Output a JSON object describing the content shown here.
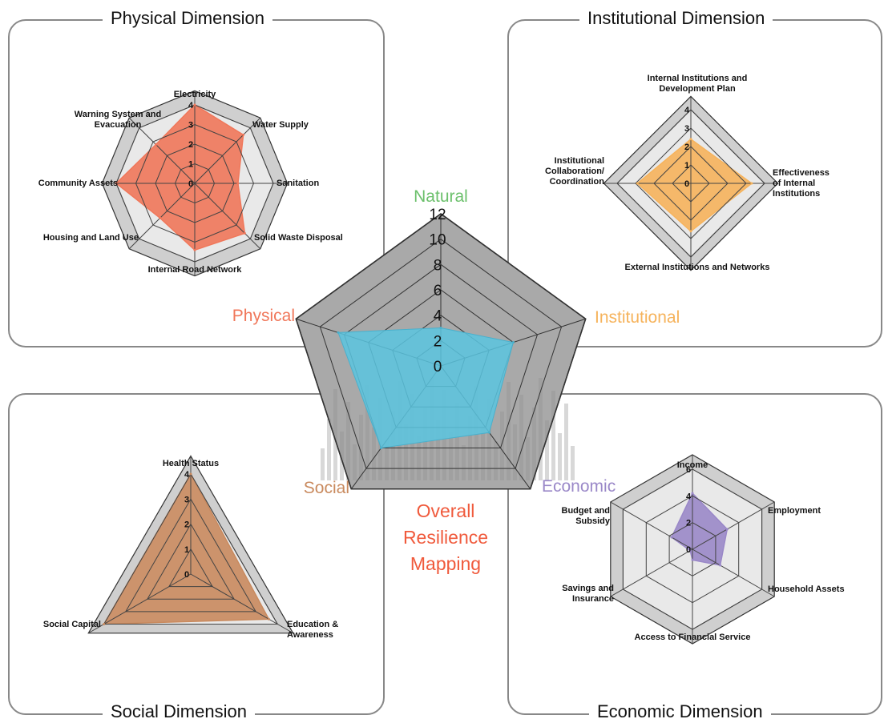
{
  "panels": {
    "physical": "Physical Dimension",
    "institutional": "Institutional Dimension",
    "social": "Social Dimension",
    "economic": "Economic Dimension"
  },
  "center_title": [
    "Overall",
    "Resilience",
    "Mapping"
  ],
  "colors": {
    "physical": "#f0775a",
    "institutional": "#f6b35c",
    "social": "#c98a5e",
    "economic": "#9a88c8",
    "natural": "#6cc06c",
    "overall": "#5bc6e0",
    "center_title": "#f05a3c",
    "grid_fill": "#cfcfcf"
  },
  "chart_data": [
    {
      "id": "physical",
      "type": "radar",
      "axes": [
        "Electricity",
        "Water Supply",
        "Sanitation",
        "Solid Waste Disposal",
        "Internal Road Network",
        "Housing and Land Use",
        "Community Assets",
        "Warning System and Evacuation"
      ],
      "ticks": [
        "0",
        "1",
        "2",
        "3",
        "4"
      ],
      "rmax": 4,
      "values": [
        4,
        3.5,
        2.2,
        3.6,
        3.4,
        2.5,
        4,
        2.8
      ]
    },
    {
      "id": "institutional",
      "type": "radar",
      "axes": [
        "Internal Institutions and Development Plan",
        "Effectiveness of Internal Institutions",
        "External Institutions and Networks",
        "Institutional Collaboration/ Coordination"
      ],
      "ticks": [
        "0",
        "1",
        "2",
        "3",
        "4"
      ],
      "rmax": 4,
      "values": [
        2.4,
        3.3,
        2.6,
        2.9
      ]
    },
    {
      "id": "social",
      "type": "radar",
      "axes": [
        "Health Status",
        "Education & Awareness",
        "Social Capital"
      ],
      "ticks": [
        "0",
        "1",
        "2",
        "3",
        "4"
      ],
      "rmax": 4,
      "values": [
        4,
        3.6,
        4
      ]
    },
    {
      "id": "economic",
      "type": "radar",
      "axes": [
        "Income",
        "Employment",
        "Household Assets",
        "Access to Financial Service",
        "Savings and Insurance",
        "Budget and Subsidy"
      ],
      "ticks": [
        "0",
        "2",
        "4",
        "6"
      ],
      "rmax": 6,
      "values": [
        4.2,
        3,
        2.4,
        0.8,
        0.2,
        1.8
      ]
    },
    {
      "id": "overall",
      "type": "radar",
      "axes": [
        "Natural",
        "Institutional",
        "Economic",
        "Social",
        "Physical"
      ],
      "ticks": [
        "0",
        "2",
        "4",
        "6",
        "8",
        "10",
        "12"
      ],
      "rmax": 12,
      "values": [
        3,
        6,
        6.5,
        8,
        8.5
      ]
    }
  ]
}
